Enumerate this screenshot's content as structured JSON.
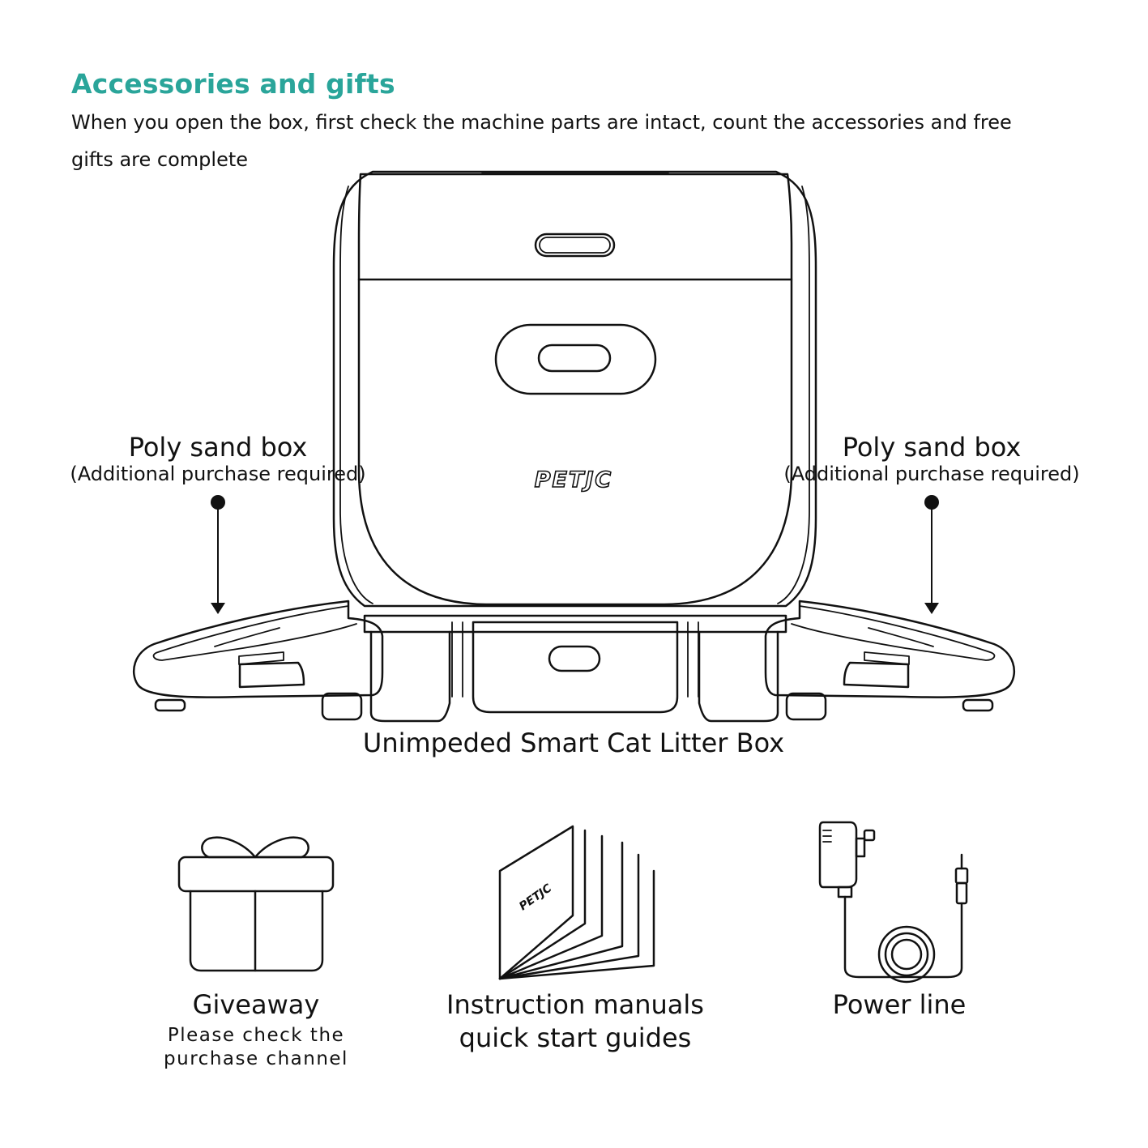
{
  "header": {
    "title": "Accessories and gifts",
    "intro": "When you open the box, first check the machine parts are intact, count the accessories and free gifts are complete"
  },
  "product": {
    "brand": "PETJC",
    "name": "Unimpeded Smart Cat Litter Box",
    "callouts": [
      {
        "label": "Poly sand box",
        "note": "(Additional purchase required)"
      },
      {
        "label": "Poly sand box",
        "note": "(Additional purchase required)"
      }
    ]
  },
  "accessories": [
    {
      "label": "Giveaway",
      "note_line1": "Please check the",
      "note_line2": "purchase channel",
      "icon": "gift-box-icon"
    },
    {
      "label_line1": "Instruction manuals",
      "label_line2": "quick start guides",
      "icon": "manual-booklet-icon",
      "brand": "PETJC"
    },
    {
      "label": "Power line",
      "icon": "power-adapter-icon"
    }
  ],
  "colors": {
    "accent": "#2aa59a",
    "ink": "#111111",
    "background": "#ffffff"
  }
}
